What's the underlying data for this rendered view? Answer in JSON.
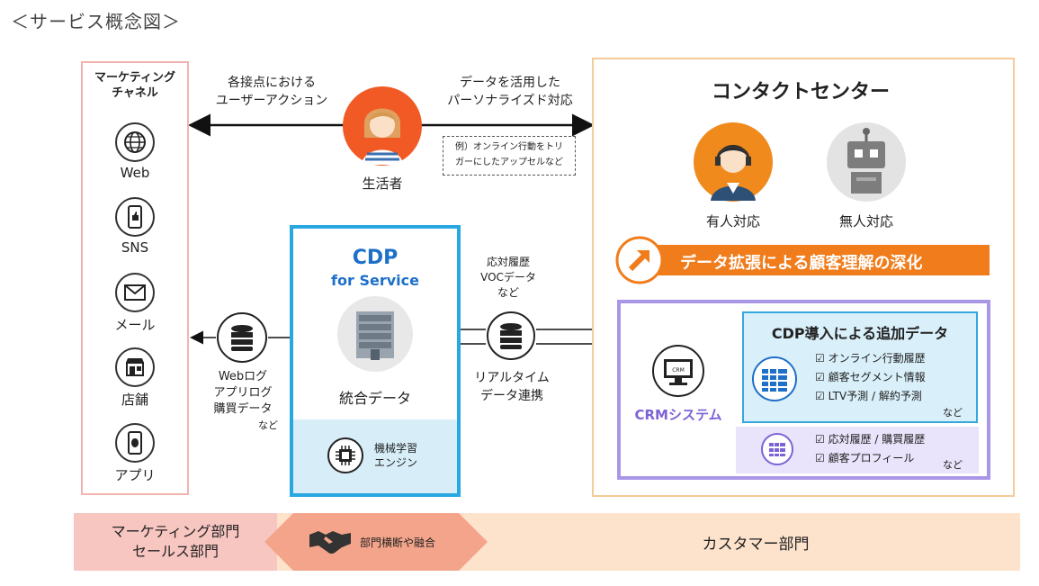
{
  "page_title": "＜サービス概念図＞",
  "marketing": {
    "title_line1": "マーケティング",
    "title_line2": "チャネル",
    "channels": [
      {
        "label": "Web",
        "icon": "globe-icon"
      },
      {
        "label": "SNS",
        "icon": "smartphone-like-icon"
      },
      {
        "label": "メール",
        "icon": "mail-icon"
      },
      {
        "label": "店舗",
        "icon": "store-icon"
      },
      {
        "label": "アプリ",
        "icon": "app-phone-icon"
      }
    ]
  },
  "consumer": {
    "label": "生活者",
    "left_arrow_line1": "各接点における",
    "left_arrow_line2": "ユーザーアクション",
    "right_arrow_line1": "データを活用した",
    "right_arrow_line2": "パーソナライズド対応",
    "note_line1": "例）オンライン行動をトリ",
    "note_line2": "ガーにしたアップセルなど"
  },
  "data_flow": {
    "left_line1": "Webログ",
    "left_line2": "アプリログ",
    "left_line3": "購買データ",
    "left_line4": "など",
    "top_line1": "応対履歴",
    "top_line2": "VOCデータ",
    "top_line3": "など",
    "bottom_line1": "リアルタイム",
    "bottom_line2": "データ連携"
  },
  "cdp": {
    "title": "CDP",
    "subtitle": "for Service",
    "server_label": "統合データ",
    "engine_line1": "機械学習",
    "engine_line2": "エンジン"
  },
  "contact_center": {
    "title": "コンタクトセンター",
    "human_label": "有人対応",
    "robot_label": "無人対応",
    "banner": "データ拡張による顧客理解の深化",
    "crm_icon_text": "CRM",
    "crm_label": "CRMシステム",
    "cdp_add_title": "CDP導入による追加データ",
    "cdp_add_items": [
      "オンライン行動履歴",
      "顧客セグメント情報",
      "LTV予測 / 解約予測"
    ],
    "cdp_add_suffix": "など",
    "crm_items": [
      "応対履歴 / 購買履歴",
      "顧客プロフィール"
    ],
    "crm_suffix": "など"
  },
  "departments": {
    "left_line1": "マーケティング部門",
    "left_line2": "セールス部門",
    "middle": "部門横断や融合",
    "right": "カスタマー部門"
  },
  "colors": {
    "cdp_blue": "#29a7e1",
    "orange": "#f07c1b",
    "lavender": "#a996e6",
    "pink": "#f3b3b0",
    "peach": "#f6cb98"
  }
}
